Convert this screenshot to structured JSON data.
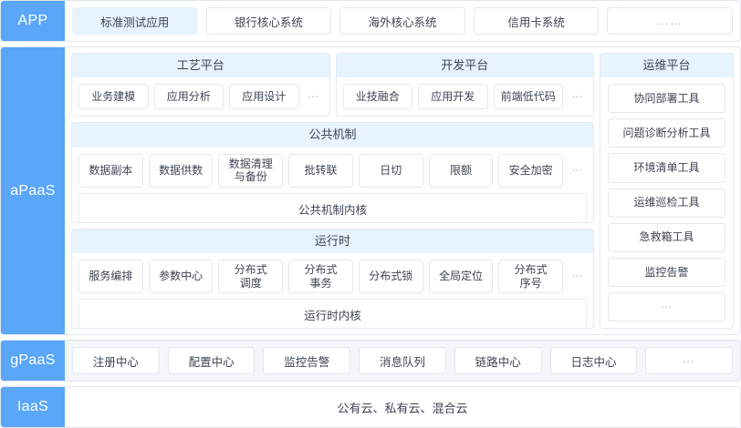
{
  "tiers": {
    "app": {
      "label": "APP",
      "items": [
        {
          "label": "标准测试应用",
          "highlight": true
        },
        {
          "label": "银行核心系统",
          "highlight": false
        },
        {
          "label": "海外核心系统",
          "highlight": false
        },
        {
          "label": "信用卡系统",
          "highlight": false
        },
        {
          "label": "……",
          "highlight": false
        }
      ]
    },
    "apaas": {
      "label": "aPaaS",
      "craft_platform": {
        "title": "工艺平台",
        "items": [
          "业务建模",
          "应用分析",
          "应用设计",
          "⋯"
        ]
      },
      "dev_platform": {
        "title": "开发平台",
        "items": [
          "业技融合",
          "应用开发",
          "前端低代码",
          "⋯"
        ]
      },
      "common_mechanism": {
        "title": "公共机制",
        "items": [
          "数据副本",
          "数据供数",
          "数据清理\n与备份",
          "批转联",
          "日切",
          "限额",
          "安全加密",
          "⋯"
        ],
        "kernel": "公共机制内核"
      },
      "runtime": {
        "title": "运行时",
        "items": [
          "服务编排",
          "参数中心",
          "分布式\n调度",
          "分布式\n事务",
          "分布式锁",
          "全局定位",
          "分布式\n序号",
          "⋯"
        ],
        "kernel": "运行时内核"
      },
      "ops_platform": {
        "title": "运维平台",
        "items": [
          "协同部署工具",
          "问题诊断分析工具",
          "环境清单工具",
          "运维巡检工具",
          "急救箱工具",
          "监控告警",
          "⋯"
        ]
      }
    },
    "gpaas": {
      "label": "gPaaS",
      "items": [
        "注册中心",
        "配置中心",
        "监控告警",
        "消息队列",
        "链路中心",
        "日志中心",
        "⋯"
      ]
    },
    "iaas": {
      "label": "IaaS",
      "text": "公有云、私有云、混合云"
    }
  },
  "colors": {
    "tier_label_blue": "#5aa6f8",
    "panel_head_blue": "#e7f3fd",
    "chip_border": "#e3e7ed",
    "text": "#3d4452",
    "dots": "#b8bec9"
  }
}
